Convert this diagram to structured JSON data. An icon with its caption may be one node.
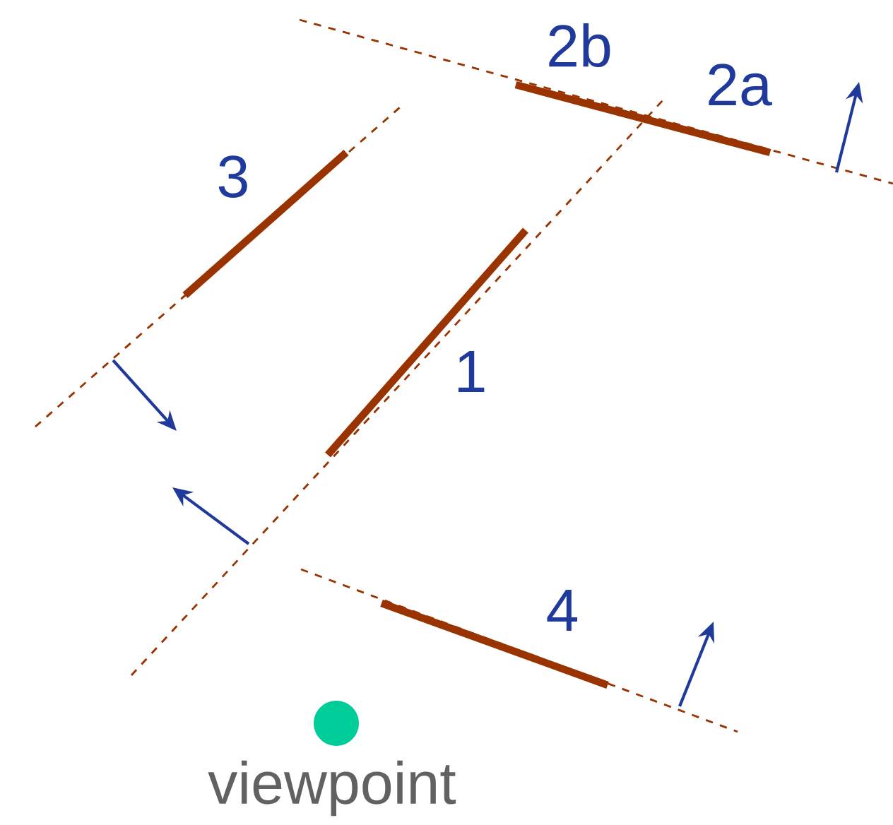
{
  "diagram": {
    "labels": [
      "2b",
      "2a",
      "3",
      "1",
      "4",
      "viewpoint"
    ]
  }
}
